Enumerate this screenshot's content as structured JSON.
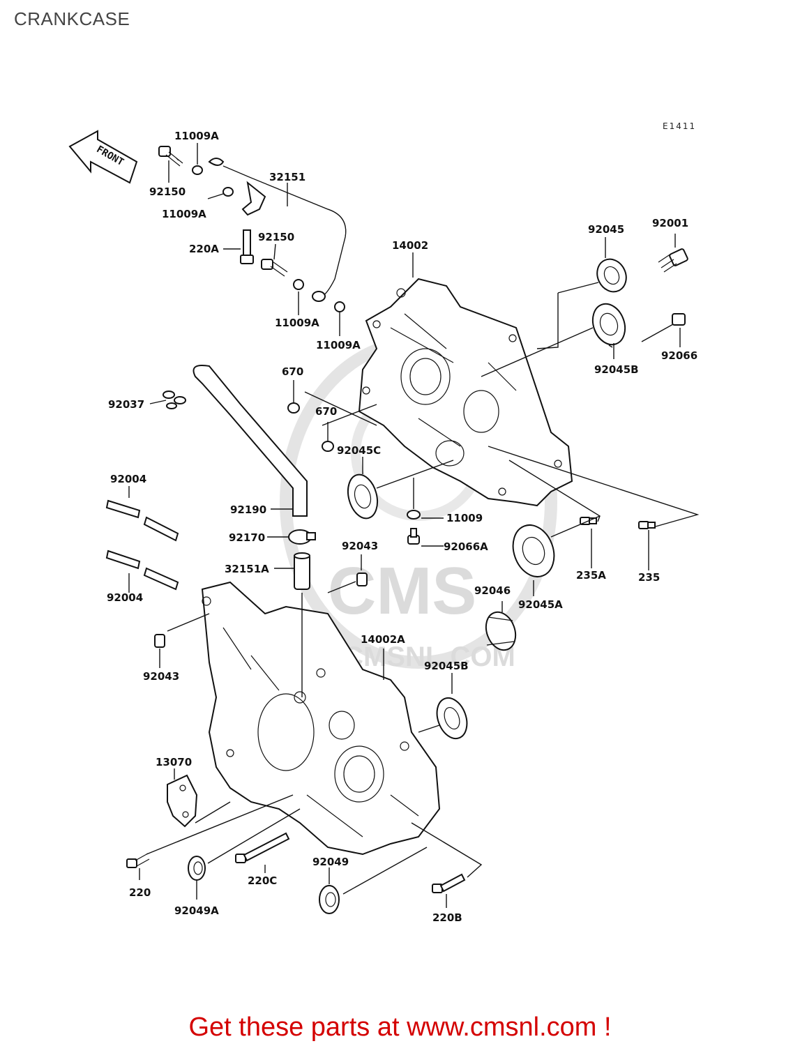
{
  "header": {
    "title": "CRANKCASE"
  },
  "diagram": {
    "code": "E1411",
    "front_tag": "FRONT",
    "watermark": {
      "brand": "CMS",
      "site": "WWW.CMSNL.COM"
    },
    "labels": [
      "11009A",
      "92150",
      "11009A",
      "32151",
      "220A",
      "92150",
      "11009A",
      "11009A",
      "14002",
      "92045",
      "92001",
      "92045B",
      "92066",
      "670",
      "670",
      "92037",
      "92045C",
      "92004",
      "92190",
      "11009",
      "92170",
      "92043",
      "92066A",
      "32151A",
      "235A",
      "235",
      "92004",
      "92045A",
      "92046",
      "14002A",
      "92043",
      "92045B",
      "13070",
      "92049",
      "220",
      "220C",
      "92049A",
      "220B"
    ]
  },
  "footer": {
    "text": "Get these parts at www.cmsnl.com !"
  }
}
